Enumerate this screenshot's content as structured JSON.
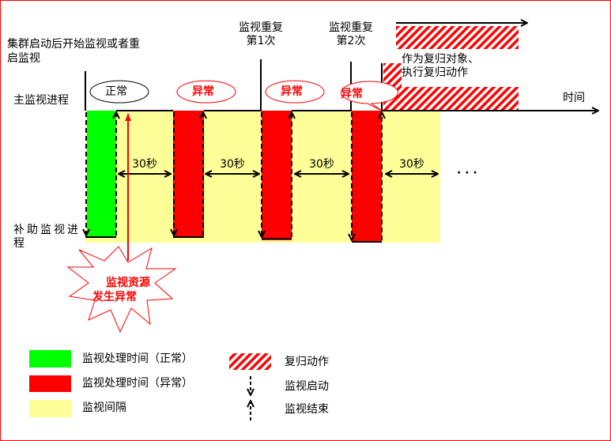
{
  "labels": {
    "start": "集群启动后开始监视或者重",
    "start2": "启监视",
    "main_process": "主监视进程",
    "aux_process": "补助监视进",
    "aux_process2": "程",
    "time": "时间",
    "repeat1": "监视重复",
    "repeat1b": "第1次",
    "repeat2": "监视重复",
    "repeat2b": "第2次",
    "recovery1": "作为复归对象、",
    "recovery2": "执行复归动作",
    "interval": "30秒",
    "ellipsis": "· · ·",
    "event1": "监视资源",
    "event2": "发生异常"
  },
  "bubbles": [
    "正常",
    "异常",
    "异常",
    "异常"
  ],
  "legend": {
    "normal": "监视处理时间（正常）",
    "abnormal": "监视处理时间（异常）",
    "interval": "监视间隔",
    "recovery": "复归动作",
    "start": "监视启动",
    "end": "监视结束"
  },
  "colors": {
    "normal": "#00ff00",
    "abnormal": "#ff0000",
    "interval": "#ffff99",
    "border": "#ff0000"
  }
}
